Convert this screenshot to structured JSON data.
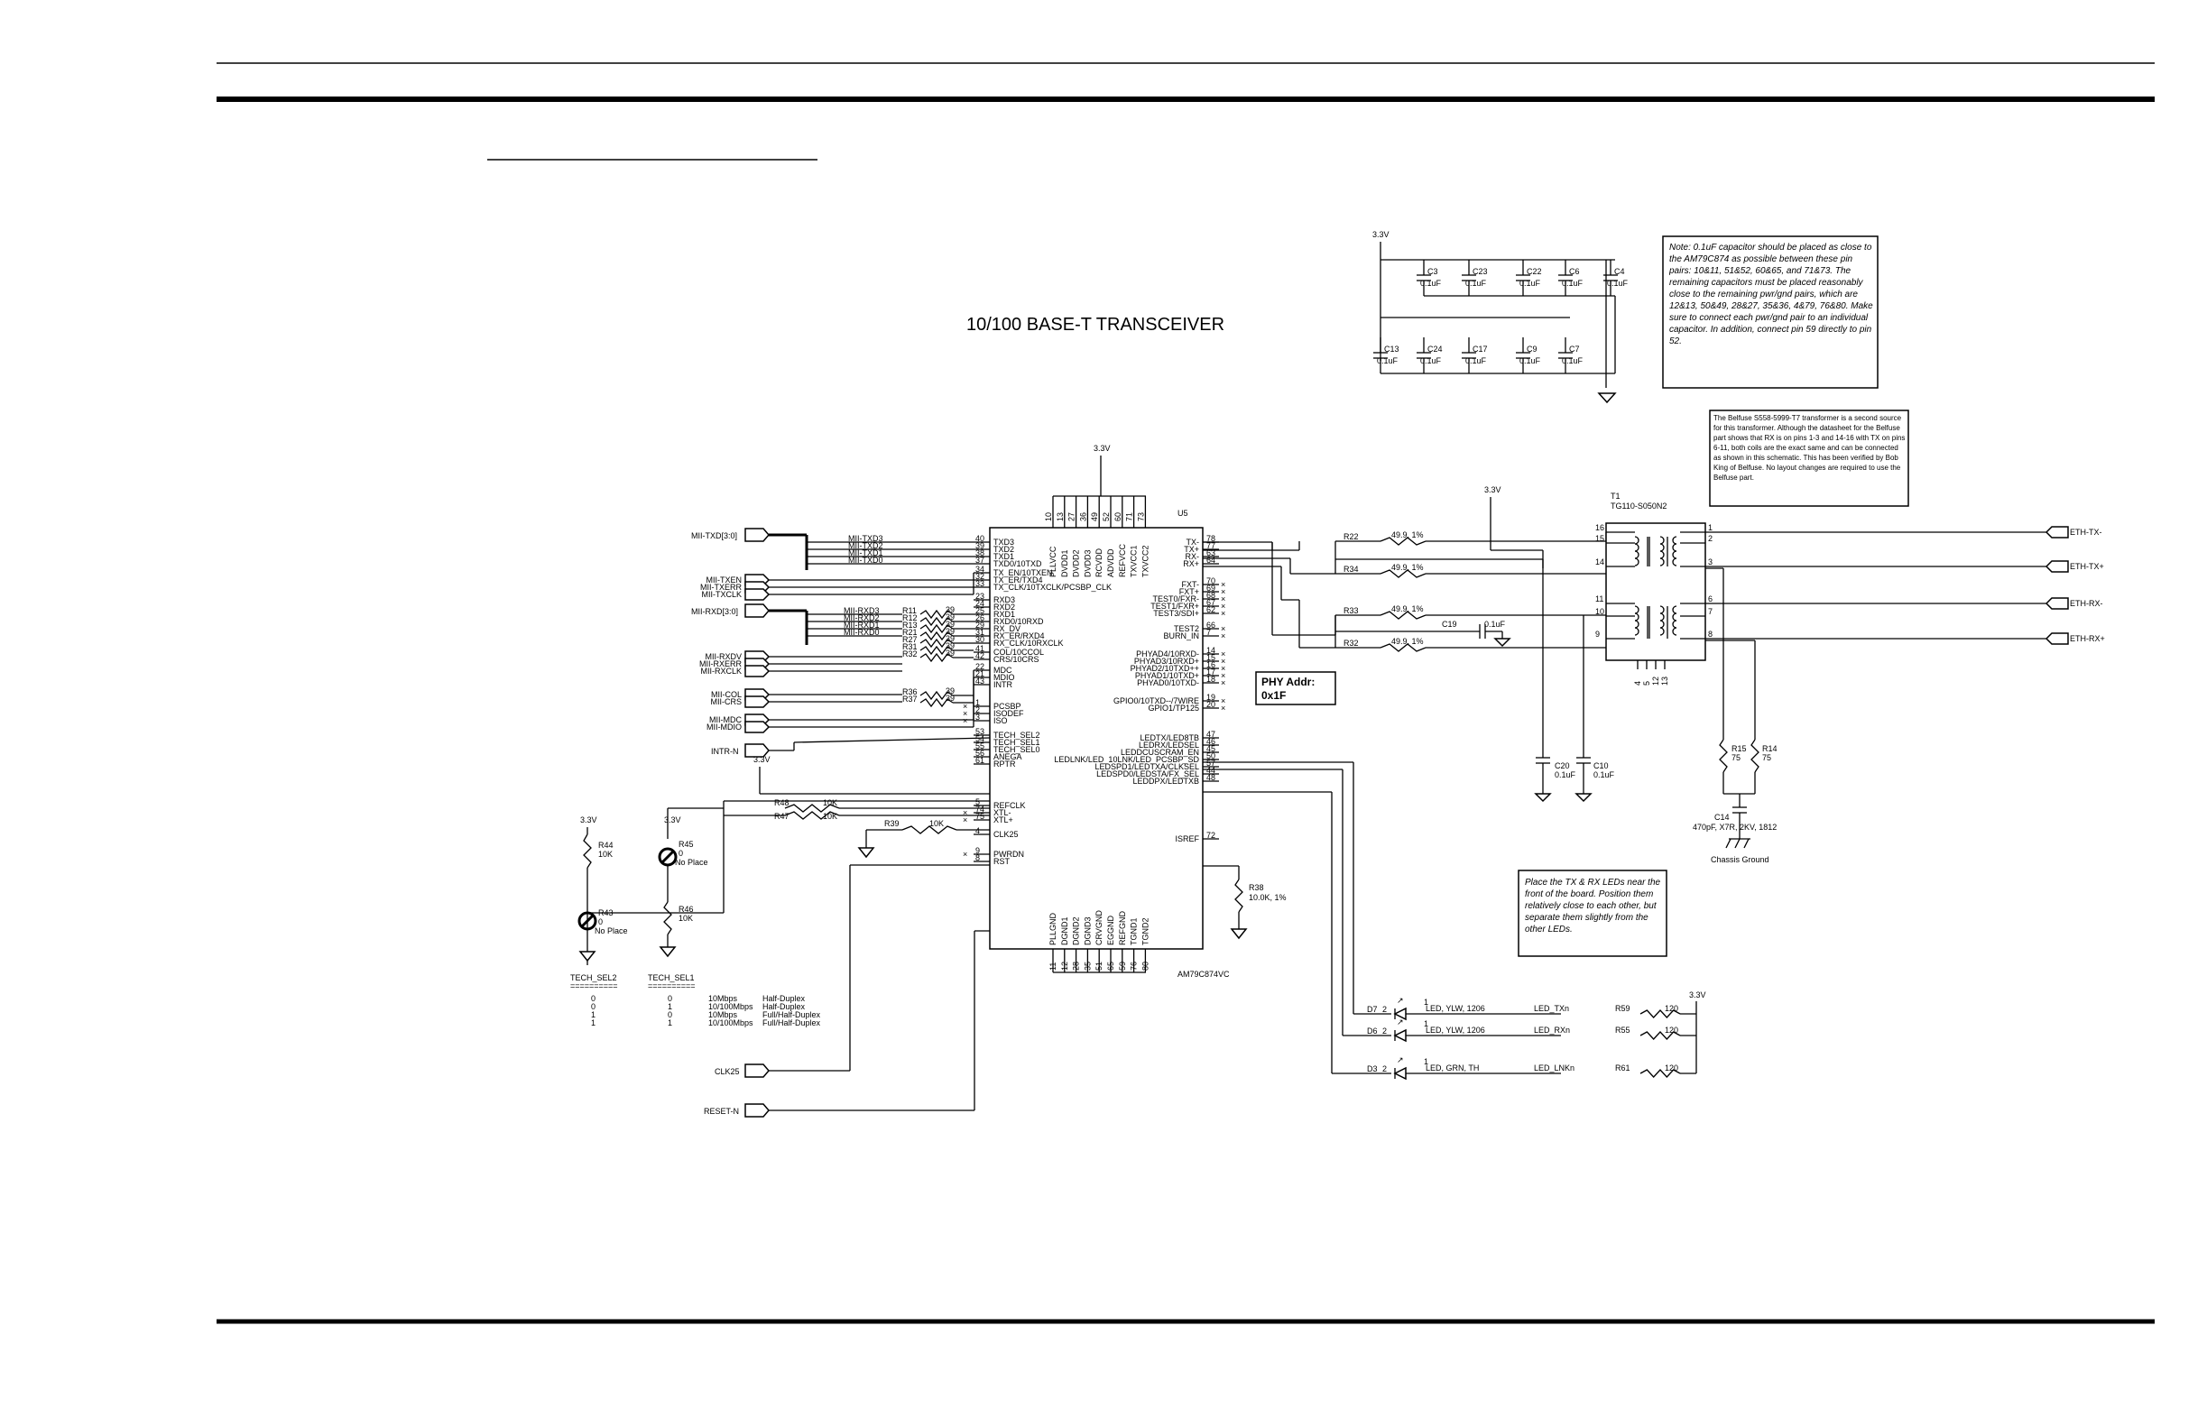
{
  "title": "10/100 BASE-T TRANSCEIVER",
  "chip": {
    "ref": "U5",
    "part": "AM79C874VC",
    "power_pins": [
      "PLLVCC",
      "DVDD1",
      "DVDD2",
      "DVDD3",
      "RCVDD",
      "ADVDD",
      "REFVCC",
      "TXVCC1",
      "TXVCC2"
    ],
    "power_nums": [
      "10",
      "13",
      "27",
      "36",
      "49",
      "52",
      "60",
      "71",
      "73"
    ],
    "gnd_pins": [
      "PLLGND",
      "DGND1",
      "DGND2",
      "DGND3",
      "CRVGND",
      "EGGND",
      "REFGND",
      "TGND1",
      "TGND2"
    ],
    "gnd_nums": [
      "11",
      "12",
      "28",
      "35",
      "51",
      "65",
      "59",
      "76",
      "80"
    ],
    "left_pins": [
      {
        "name": "TXD3",
        "num": "40"
      },
      {
        "name": "TXD2",
        "num": "39"
      },
      {
        "name": "TXD1",
        "num": "38"
      },
      {
        "name": "TXD0/10TXD",
        "num": "37"
      },
      {
        "name": "TX_EN/10TXEN",
        "num": "34"
      },
      {
        "name": "TX_ER/TXD4",
        "num": "32"
      },
      {
        "name": "TX_CLK/10TXCLK/PCSBP_CLK",
        "num": "33"
      },
      {
        "name": "RXD3",
        "num": "23"
      },
      {
        "name": "RXD2",
        "num": "24"
      },
      {
        "name": "RXD1",
        "num": "25"
      },
      {
        "name": "RXD0/10RXD",
        "num": "26"
      },
      {
        "name": "RX_DV",
        "num": "29"
      },
      {
        "name": "RX_ER/RXD4",
        "num": "31"
      },
      {
        "name": "RX_CLK/10RXCLK",
        "num": "30"
      },
      {
        "name": "COL/10CCOL",
        "num": "41"
      },
      {
        "name": "CRS/10CRS",
        "num": "42"
      },
      {
        "name": "MDC",
        "num": "22"
      },
      {
        "name": "MDIO",
        "num": "21"
      },
      {
        "name": "INTR",
        "num": "43"
      },
      {
        "name": "PCSBP",
        "num": "1"
      },
      {
        "name": "ISODEF",
        "num": "2"
      },
      {
        "name": "ISO",
        "num": "3"
      },
      {
        "name": "TECH_SEL2",
        "num": "53"
      },
      {
        "name": "TECH_SEL1",
        "num": "54"
      },
      {
        "name": "TECH_SEL0",
        "num": "55"
      },
      {
        "name": "ANEGA",
        "num": "56"
      },
      {
        "name": "RPTR",
        "num": "61"
      },
      {
        "name": "REFCLK",
        "num": "5"
      },
      {
        "name": "XTL-",
        "num": "74"
      },
      {
        "name": "XTL+",
        "num": "75"
      },
      {
        "name": "CLK25",
        "num": "4"
      },
      {
        "name": "PWRDN",
        "num": "9"
      },
      {
        "name": "RST",
        "num": "8"
      }
    ],
    "right_pins": [
      {
        "name": "TX-",
        "num": "78"
      },
      {
        "name": "TX+",
        "num": "77"
      },
      {
        "name": "RX-",
        "num": "63"
      },
      {
        "name": "RX+",
        "num": "64"
      },
      {
        "name": "FXT-",
        "num": "70"
      },
      {
        "name": "FXT+",
        "num": "69"
      },
      {
        "name": "TEST0/FXR-",
        "num": "68"
      },
      {
        "name": "TEST1/FXR+",
        "num": "67"
      },
      {
        "name": "TEST3/SDI+",
        "num": "62"
      },
      {
        "name": "TEST2",
        "num": "66"
      },
      {
        "name": "BURN_IN",
        "num": "7"
      },
      {
        "name": "PHYAD4/10RXD-",
        "num": "14"
      },
      {
        "name": "PHYAD3/10RXD+",
        "num": "15"
      },
      {
        "name": "PHYAD2/10TXD++",
        "num": "16"
      },
      {
        "name": "PHYAD1/10TXD+",
        "num": "17"
      },
      {
        "name": "PHYAD0/10TXD-",
        "num": "18"
      },
      {
        "name": "GPIO0/10TXD--/7WIRE",
        "num": "19"
      },
      {
        "name": "GPIO1/TP125",
        "num": "20"
      },
      {
        "name": "LEDTX/LED8TB",
        "num": "47"
      },
      {
        "name": "LEDRX/LEDSEL",
        "num": "46"
      },
      {
        "name": "LEDDCUSCRAM_EN",
        "num": "45"
      },
      {
        "name": "LEDLNK/LED_10LNK/LED_PCSBP_SD",
        "num": "50"
      },
      {
        "name": "LEDSPD1/LEDTXA/CLKSEL",
        "num": "57"
      },
      {
        "name": "LEDSPD0/LEDSTA/FX_SEL",
        "num": "44"
      },
      {
        "name": "LEDDPX/LEDTXB",
        "num": "48"
      },
      {
        "name": "ISREF",
        "num": "72"
      }
    ]
  },
  "power_label": "3.3V",
  "bus_nets": {
    "txd": "MII-TXD[3:0]",
    "txd_taps": [
      "MII-TXD3",
      "MII-TXD2",
      "MII-TXD1",
      "MII-TXD0"
    ],
    "tx_ctrl": [
      "MII-TXEN",
      "MII-TXERR",
      "MII-TXCLK"
    ],
    "rxd": "MII-RXD[3:0]",
    "rxd_taps": [
      "MII-RXD3",
      "MII-RXD2",
      "MII-RXD1",
      "MII-RXD0"
    ],
    "rx_ctrl": [
      "MII-RXDV",
      "MII-RXERR",
      "MII-RXCLK"
    ],
    "col_crs": [
      "MII-COL",
      "MII-CRS"
    ],
    "mgmt": [
      "MII-MDC",
      "MII-MDIO"
    ],
    "intr": "INTR-N",
    "clk": "CLK25",
    "reset": "RESET-N"
  },
  "series_resistors": [
    {
      "ref": "R11",
      "val": "39"
    },
    {
      "ref": "R12",
      "val": "39"
    },
    {
      "ref": "R13",
      "val": "39"
    },
    {
      "ref": "R21",
      "val": "39"
    },
    {
      "ref": "R27",
      "val": "39"
    },
    {
      "ref": "R31",
      "val": "39"
    },
    {
      "ref": "R32",
      "val": "39"
    },
    {
      "ref": "R36",
      "val": "39"
    },
    {
      "ref": "R37",
      "val": "39"
    }
  ],
  "tech_resistors": [
    {
      "ref": "R48",
      "val": "10K"
    },
    {
      "ref": "R47",
      "val": "10K"
    },
    {
      "ref": "R39",
      "val": "10K"
    }
  ],
  "strap_resistors": {
    "r44": {
      "ref": "R44",
      "val": "10K"
    },
    "r45": {
      "ref": "R45",
      "val": "0",
      "note": "No Place"
    },
    "r43": {
      "ref": "R43",
      "val": "0",
      "note": "No Place"
    },
    "r46": {
      "ref": "R46",
      "val": "10K"
    }
  },
  "tech_table": {
    "headers": [
      "TECH_SEL2",
      "TECH_SEL1"
    ],
    "underline": "==========",
    "rows": [
      {
        "a": "0",
        "b": "0",
        "speed": "10Mbps",
        "mode": "Half-Duplex"
      },
      {
        "a": "0",
        "b": "1",
        "speed": "10/100Mbps",
        "mode": "Half-Duplex"
      },
      {
        "a": "1",
        "b": "0",
        "speed": "10Mbps",
        "mode": "Full/Half-Duplex"
      },
      {
        "a": "1",
        "b": "1",
        "speed": "10/100Mbps",
        "mode": "Full/Half-Duplex"
      }
    ]
  },
  "phy_addr": {
    "line1": "PHY Addr:",
    "line2": "0x1F"
  },
  "isref": {
    "ref": "R38",
    "val": "10.0K, 1%"
  },
  "decoupling_caps": [
    {
      "ref": "C3",
      "val": "0.1uF"
    },
    {
      "ref": "C23",
      "val": "0.1uF"
    },
    {
      "ref": "C22",
      "val": "0.1uF"
    },
    {
      "ref": "C6",
      "val": "0.1uF"
    },
    {
      "ref": "C4",
      "val": "0.1uF"
    },
    {
      "ref": "C13",
      "val": "0.1uF"
    },
    {
      "ref": "C24",
      "val": "0.1uF"
    },
    {
      "ref": "C17",
      "val": "0.1uF"
    },
    {
      "ref": "C9",
      "val": "0.1uF"
    },
    {
      "ref": "C7",
      "val": "0.1uF"
    }
  ],
  "cap_note": "Note: 0.1uF capacitor should be placed as close to the AM79C874 as possible between these pin pairs: 10&11, 51&52, 60&65, and 71&73. The remaining capacitors must be placed reasonably close to the remaining pwr/gnd pairs, which are 12&13, 50&49, 28&27, 35&36, 4&79, 76&80. Make sure to connect each pwr/gnd pair to an individual capacitor. In addition, connect pin 59 directly to pin 52.",
  "xfmr_note": "The Belfuse S558-5999-T7 transformer is a second source for this transformer. Although the datasheet for the Belfuse part shows that RX is on pins 1-3 and 14-16 with TX on pins 6-11, both coils are the exact same and can be connected as shown in this schematic. This has been verified by Bob King of Belfuse. No layout changes are required to use the Belfuse part.",
  "transformer": {
    "ref": "T1",
    "part": "TG110-S050N2",
    "pins_left": [
      "16",
      "15",
      "14",
      "11",
      "10",
      "9"
    ],
    "pins_right": [
      "1",
      "2",
      "3",
      "6",
      "7",
      "8"
    ],
    "pins_bottom": [
      "4",
      "5",
      "12",
      "13"
    ]
  },
  "term_resistors": [
    {
      "ref": "R22",
      "val": "49.9, 1%"
    },
    {
      "ref": "R34",
      "val": "49.9, 1%"
    },
    {
      "ref": "R33",
      "val": "49.9, 1%"
    },
    {
      "ref": "R32",
      "val": "49.9, 1%"
    }
  ],
  "cap_c19": {
    "ref": "C19",
    "val": "0.1uF"
  },
  "cap_c20": {
    "ref": "C20",
    "val": "0.1uF"
  },
  "cap_c10": {
    "ref": "C10",
    "val": "0.1uF"
  },
  "cap_c14": {
    "ref": "C14",
    "val": "470pF, X7R, 2KV, 1812"
  },
  "chassis_ground": "Chassis Ground",
  "r15": {
    "ref": "R15",
    "val": "75"
  },
  "r14": {
    "ref": "R14",
    "val": "75"
  },
  "eth_ports": [
    "ETH-TX-",
    "ETH-TX+",
    "ETH-RX-",
    "ETH-RX+"
  ],
  "led_note": "Place the TX & RX LEDs near the front of the board. Position them relatively close to each other, but separate them slightly from the other LEDs.",
  "leds": [
    {
      "ref": "D7",
      "part": "LED, YLW, 1206",
      "net": "LED_TXn",
      "res": "R59",
      "val": "120"
    },
    {
      "ref": "D6",
      "part": "LED, YLW, 1206",
      "net": "LED_RXn",
      "res": "R55",
      "val": "120"
    },
    {
      "ref": "D3",
      "part": "LED, GRN, TH",
      "net": "LED_LNKn",
      "res": "R61",
      "val": "120"
    }
  ],
  "led_pin_nums": {
    "d7": [
      "2",
      "1"
    ],
    "d6": [
      "2",
      "1"
    ],
    "d3": [
      "2",
      "1"
    ]
  }
}
